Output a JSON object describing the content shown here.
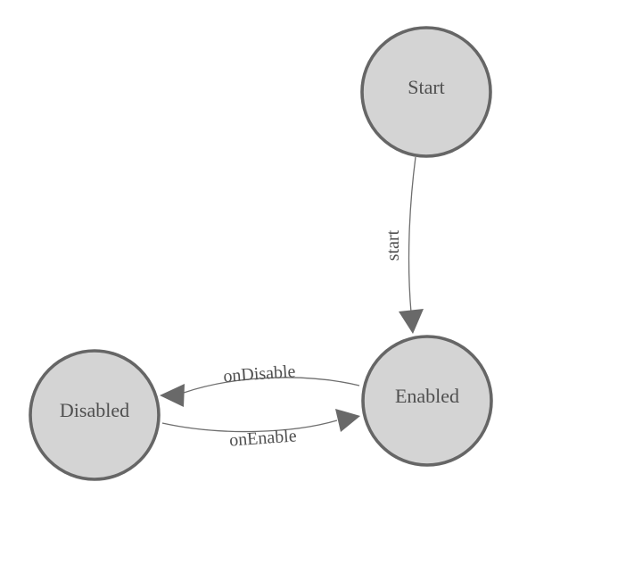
{
  "diagram": {
    "type": "state-machine",
    "nodes": [
      {
        "id": "start",
        "label": "Start"
      },
      {
        "id": "enabled",
        "label": "Enabled"
      },
      {
        "id": "disabled",
        "label": "Disabled"
      }
    ],
    "edges": [
      {
        "from": "start",
        "to": "enabled",
        "label": "start"
      },
      {
        "from": "enabled",
        "to": "disabled",
        "label": "onDisable"
      },
      {
        "from": "disabled",
        "to": "enabled",
        "label": "onEnable"
      }
    ]
  },
  "colors": {
    "background": "#ffffff",
    "node_fill": "#d4d4d4",
    "node_stroke": "#666666",
    "edge_stroke": "#6e6e6e",
    "arrow_fill": "#696969",
    "text_color": "#4f4f4f"
  }
}
